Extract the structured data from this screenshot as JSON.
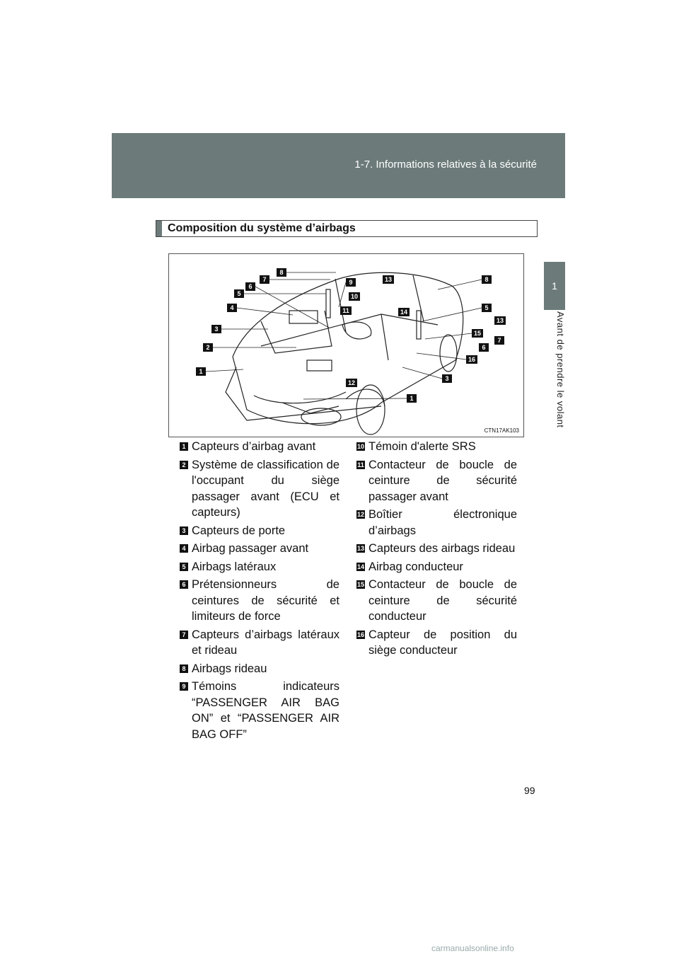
{
  "header": {
    "section": "1-7. Informations relatives à la sécurité"
  },
  "side": {
    "tab_number": "1",
    "chapter_title": "Avant de prendre le volant"
  },
  "box_title": "Composition du système d’airbags",
  "figure": {
    "code": "CTN17AK103",
    "callouts": [
      "1",
      "2",
      "3",
      "4",
      "5",
      "6",
      "7",
      "8",
      "9",
      "10",
      "11",
      "12",
      "13",
      "14",
      "8",
      "5",
      "13",
      "15",
      "7",
      "6",
      "16",
      "3",
      "1"
    ]
  },
  "items_left": [
    {
      "num": "1",
      "text": "Capteurs d’airbag avant"
    },
    {
      "num": "2",
      "text": "Système de classification de l'occupant du siège passager avant (ECU et capteurs)"
    },
    {
      "num": "3",
      "text": "Capteurs de porte"
    },
    {
      "num": "4",
      "text": "Airbag passager avant"
    },
    {
      "num": "5",
      "text": "Airbags latéraux"
    },
    {
      "num": "6",
      "text": "Prétensionneurs de ceintures de sécurité et limiteurs de force"
    },
    {
      "num": "7",
      "text": "Capteurs d’airbags latéraux et rideau"
    },
    {
      "num": "8",
      "text": "Airbags rideau"
    },
    {
      "num": "9",
      "text": "Témoins indicateurs “PASSENGER AIR BAG ON” et “PASSENGER AIR BAG OFF”"
    }
  ],
  "items_right": [
    {
      "num": "10",
      "text": "Témoin d'alerte SRS"
    },
    {
      "num": "11",
      "text": "Contacteur de boucle de ceinture de sécurité passager avant"
    },
    {
      "num": "12",
      "text": "Boîtier électronique d’airbags"
    },
    {
      "num": "13",
      "text": "Capteurs des airbags rideau"
    },
    {
      "num": "14",
      "text": "Airbag conducteur"
    },
    {
      "num": "15",
      "text": "Contacteur de boucle de ceinture de sécurité conducteur"
    },
    {
      "num": "16",
      "text": "Capteur de position du siège conducteur"
    }
  ],
  "page_number": "99",
  "watermark": "carmanualsonline.info"
}
